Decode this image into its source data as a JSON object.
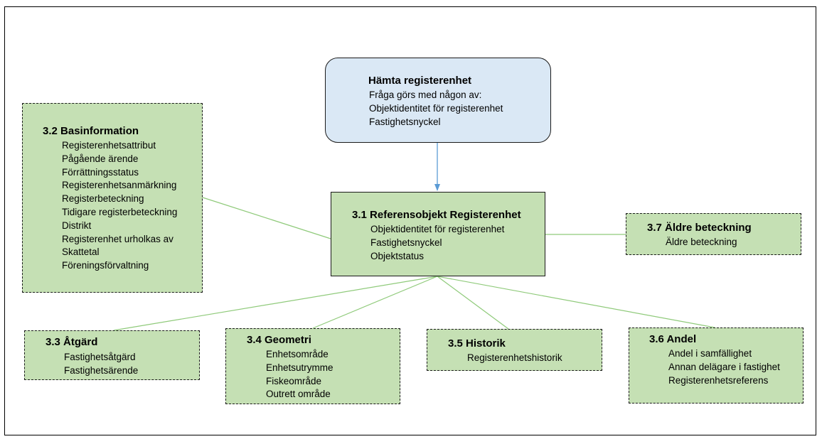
{
  "fetch_box": {
    "title": "Hämta registerenhet",
    "items": [
      "Fråga görs med någon av:",
      "Objektidentitet för registerenhet",
      "Fastighetsnyckel"
    ]
  },
  "center_box": {
    "title": "3.1 Referensobjekt Registerenhet",
    "items": [
      "Objektidentitet för registerenhet",
      "Fastighetsnyckel",
      "Objektstatus"
    ]
  },
  "basinfo_box": {
    "title": "3.2 Basinformation",
    "items": [
      "Registerenhetsattribut",
      "Pågående ärende",
      "Förrättningsstatus",
      "Registerenhetsanmärkning",
      "Registerbeteckning",
      "Tidigare registerbeteckning",
      "Distrikt",
      "Registerenhet urholkas av",
      "Skattetal",
      "Föreningsförvaltning"
    ]
  },
  "older_box": {
    "title": "3.7 Äldre beteckning",
    "items": [
      "Äldre beteckning"
    ]
  },
  "atgard_box": {
    "title": "3.3 Åtgärd",
    "items": [
      "Fastighetsåtgärd",
      "Fastighetsärende"
    ]
  },
  "geometri_box": {
    "title": "3.4 Geometri",
    "items": [
      "Enhetsområde",
      "Enhetsutrymme",
      "Fiskeområde",
      "Outrett område"
    ]
  },
  "historik_box": {
    "title": "3.5 Historik",
    "items": [
      "Registerenhetshistorik"
    ]
  },
  "andel_box": {
    "title": "3.6 Andel",
    "items": [
      "Andel i samfällighet",
      "Annan delägare i fastighet",
      "Registerenhetsreferens"
    ]
  },
  "colors": {
    "box_fill": "#c5e0b4",
    "fetch_fill": "#dae8f5",
    "connector_line": "#8fca7a",
    "arrow": "#5b9bd5"
  }
}
